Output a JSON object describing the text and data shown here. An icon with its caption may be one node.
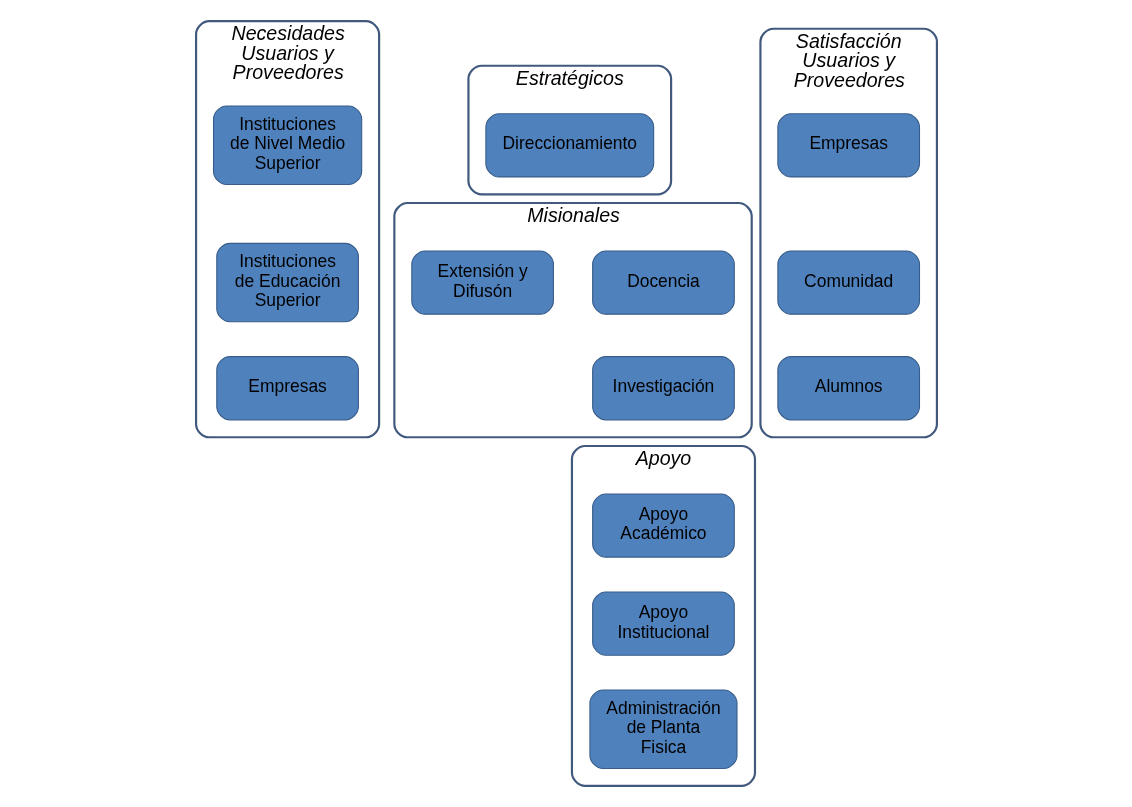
{
  "diagram": {
    "nodes": [
      {
        "text": [
          "Necesidades Usuarios y Proveedores"
        ]
      },
      {
        "text": [
          "Instituciones de Nivel Medio Superior"
        ],
        "in": 0
      },
      {
        "text": [
          "Instituciones de Educación Superior"
        ],
        "in": 0
      },
      {
        "text": [
          "Empresas"
        ],
        "in": 0
      },
      {
        "text": [
          "Estratégicos"
        ]
      },
      {
        "text": [
          "Direccionamiento"
        ],
        "in": 4
      },
      {
        "text": [
          "Misionales"
        ]
      },
      {
        "text": [
          "Docencia"
        ],
        "in": 6
      },
      {
        "text": [
          "Extensión y Difusón"
        ],
        "in": 6
      },
      {
        "text": [
          "Investigación"
        ],
        "in": 6
      },
      {
        "text": [
          "Apoyo"
        ]
      },
      {
        "text": [
          "Apoyo Académico"
        ],
        "in": 10
      },
      {
        "text": [
          "Apoyo Institucional"
        ],
        "in": 10
      },
      {
        "text": [
          "Administración de Planta Fisica"
        ],
        "in": 10
      },
      {
        "text": [
          "Satisfacción Usuarios y Proveedores"
        ]
      },
      {
        "text": [
          "Empresas"
        ],
        "in": 14
      },
      {
        "text": [
          "Comunidad"
        ],
        "in": 14
      },
      {
        "text": [
          "Alumnos"
        ],
        "in": 14
      }
    ],
    "edges": []
  }
}
